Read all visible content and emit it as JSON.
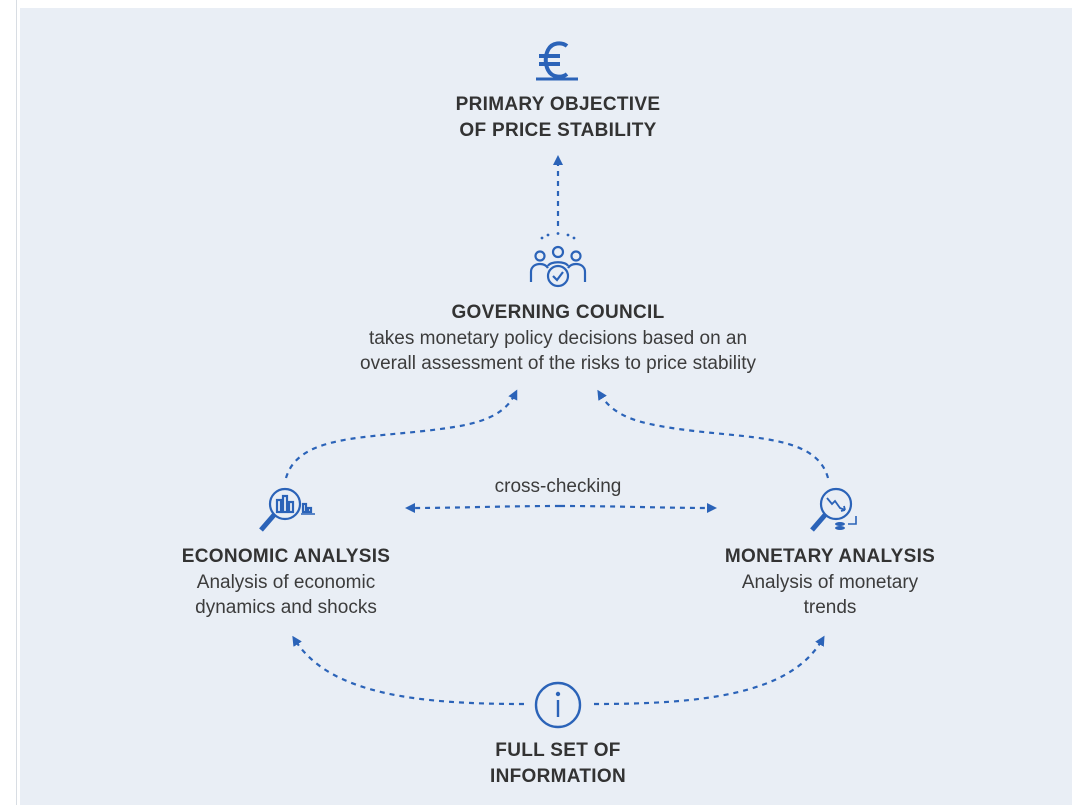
{
  "diagram": {
    "objective": {
      "icon": "euro-icon",
      "line1": "PRIMARY OBJECTIVE",
      "line2": "OF PRICE STABILITY"
    },
    "council": {
      "icon": "council-people-icon",
      "title": "GOVERNING COUNCIL",
      "line1": "takes monetary policy decisions based on an",
      "line2": "overall assessment of the risks to price stability"
    },
    "economic": {
      "icon": "economic-analysis-magnifier-icon",
      "title": "ECONOMIC ANALYSIS",
      "line1": "Analysis of economic",
      "line2": "dynamics and shocks"
    },
    "monetary": {
      "icon": "monetary-analysis-magnifier-icon",
      "title": "MONETARY ANALYSIS",
      "line1": "Analysis of monetary",
      "line2": "trends"
    },
    "crosscheck": {
      "label": "cross-checking"
    },
    "information": {
      "icon": "info-icon",
      "line1": "FULL SET OF",
      "line2": "INFORMATION"
    },
    "colors": {
      "background": "#e9eef5",
      "accent": "#2b63b8",
      "text": "#333333"
    }
  }
}
